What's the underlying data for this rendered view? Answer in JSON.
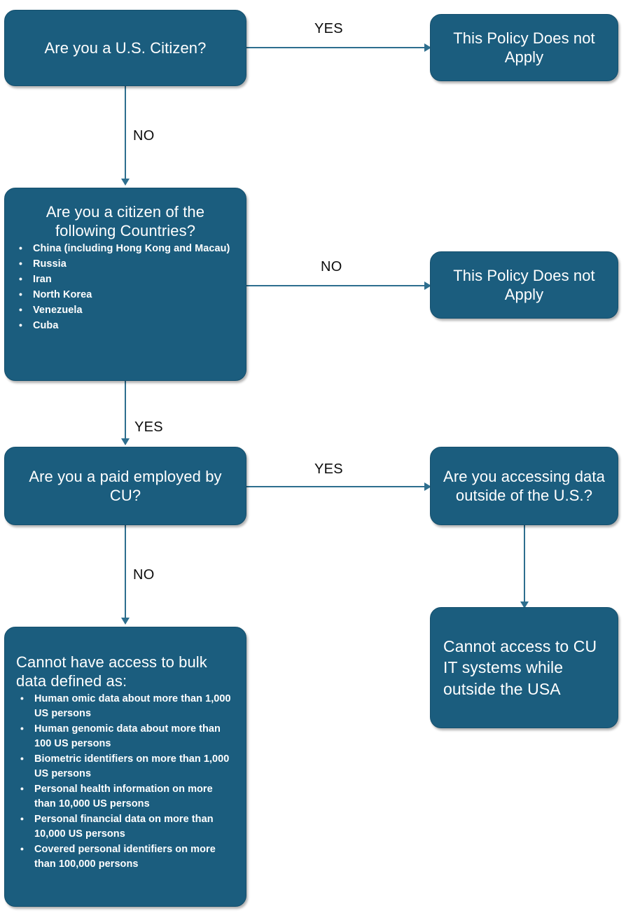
{
  "diagram": {
    "title": "Data Access Policy Decision Flowchart",
    "theme": {
      "node_fill": "#1b5d7e",
      "node_border": "#15506e",
      "node_text": "#ffffff",
      "connector": "#2d6e8e",
      "label_text": "#0d0d0d",
      "background": "#ffffff"
    }
  },
  "nodes": {
    "q_citizen": {
      "text": "Are you a U.S. Citizen?"
    },
    "r_policy_1": {
      "text": "This Policy Does not Apply"
    },
    "q_countries": {
      "text": "Are you a citizen of the following Countries?",
      "items": [
        "China (including Hong Kong and Macau)",
        "Russia",
        "Iran",
        "North Korea",
        "Venezuela",
        "Cuba"
      ]
    },
    "r_policy_2": {
      "text": "This Policy Does not Apply"
    },
    "q_employed": {
      "text": "Are you a paid employed by CU?"
    },
    "q_outside_us": {
      "text": "Are you accessing data outside of the U.S.?"
    },
    "r_no_it_access": {
      "text": "Cannot access to CU IT systems while outside the USA"
    },
    "r_no_bulk_data": {
      "text": "Cannot have access to bulk data defined as:",
      "items": [
        "Human omic data about more than 1,000 US persons",
        "Human genomic data about more than 100 US persons",
        "Biometric identifiers on more than 1,000 US persons",
        "Personal health information on more than 10,000 US persons",
        "Personal financial data on more than 10,000 US persons",
        "Covered personal identifiers on more than 100,000 persons"
      ]
    }
  },
  "edges": {
    "citizen_yes": "YES",
    "citizen_no": "NO",
    "countries_no": "NO",
    "countries_yes": "YES",
    "employed_yes": "YES",
    "employed_no": "NO"
  }
}
